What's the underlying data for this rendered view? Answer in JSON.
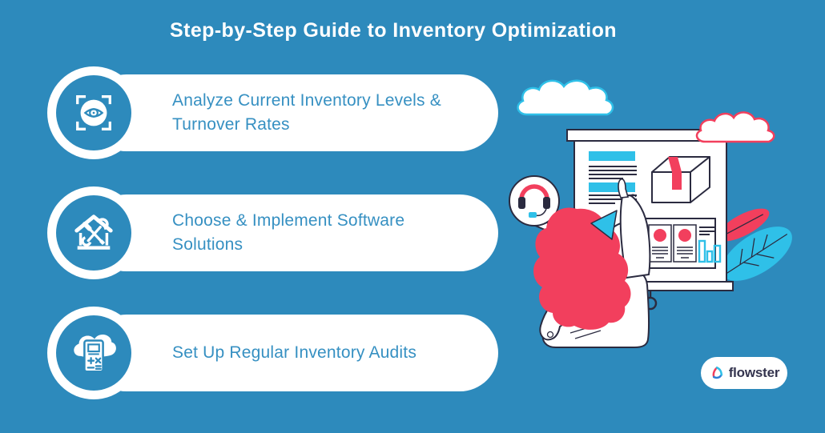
{
  "title": "Step-by-Step Guide to Inventory Optimization",
  "steps": [
    {
      "label": "Analyze Current Inventory Levels & Turnover Rates",
      "icon": "eye-scan-icon"
    },
    {
      "label": "Choose & Implement Software Solutions",
      "icon": "house-tools-icon"
    },
    {
      "label": "Set Up Regular Inventory Audits",
      "icon": "cloud-calculator-icon"
    }
  ],
  "logo": {
    "text": "flowster",
    "icon": "flowster-triangle-icon"
  },
  "illustration_icons": [
    "cyan-cloud-icon",
    "pink-cloud-icon",
    "projection-screen-icon",
    "package-box-icon",
    "report-panel-icon",
    "bar-chart-icon",
    "headset-speech-bubble-icon",
    "presenter-woman-figure",
    "paper-plane-icon",
    "leaf-icons"
  ],
  "colors": {
    "background": "#2D8ABC",
    "surface": "#FFFFFF",
    "text_blue": "#3690C2",
    "accent_pink": "#F23F5D",
    "accent_cyan": "#2FC0E8",
    "outline_dark": "#2B2B40",
    "logo_text": "#34344E"
  }
}
